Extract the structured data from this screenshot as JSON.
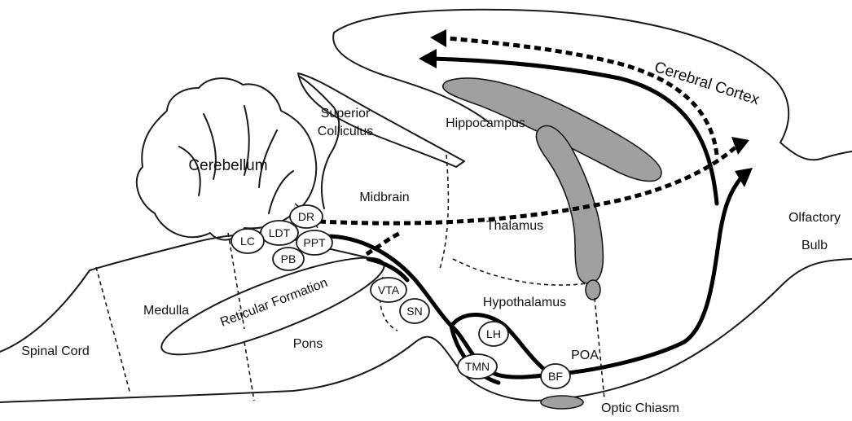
{
  "colors": {
    "line": "#1a1a1a",
    "gray_fill": "#a0a0a0",
    "background": "#ffffff"
  },
  "regions": {
    "cerebellum": "Cerebellum",
    "superior_colliculus_line1": "Superior",
    "superior_colliculus_line2": "Colliculus",
    "midbrain": "Midbrain",
    "hippocampus": "Hippocampus",
    "cerebral_cortex": "Cerebral Cortex",
    "thalamus": "Thalamus",
    "olfactory_bulb_line1": "Olfactory",
    "olfactory_bulb_line2": "Bulb",
    "medulla": "Medulla",
    "reticular_formation": "Reticular Formation",
    "hypothalamus": "Hypothalamus",
    "spinal_cord": "Spinal Cord",
    "pons": "Pons",
    "poa": "POA",
    "optic_chiasm": "Optic Chiasm"
  },
  "nuclei": {
    "dr": "DR",
    "ldt": "LDT",
    "lc": "LC",
    "ppt": "PPT",
    "pb": "PB",
    "vta": "VTA",
    "sn": "SN",
    "lh": "LH",
    "tmn": "TMN",
    "bf": "BF"
  }
}
